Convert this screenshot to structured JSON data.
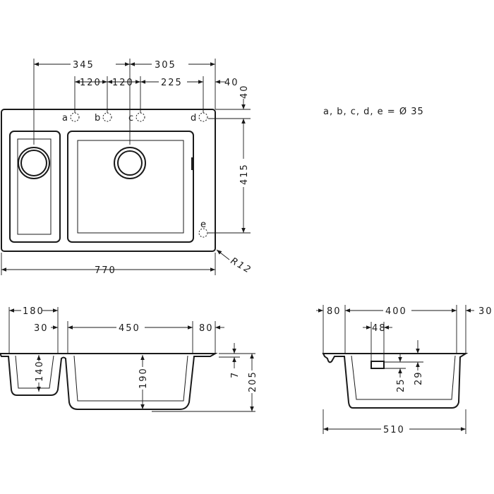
{
  "note": "a, b, c, d, e = Ø 35",
  "top_view": {
    "width": "770",
    "d345": "345",
    "d305": "305",
    "d120a": "120",
    "d120b": "120",
    "d225": "225",
    "d40h": "40",
    "d40v": "40",
    "d415": "415",
    "radius": "R12",
    "holes": [
      "a",
      "b",
      "c",
      "d",
      "e"
    ]
  },
  "front_view": {
    "d180": "180",
    "d30": "30",
    "d450": "450",
    "d80": "80",
    "d140": "140",
    "d190": "190",
    "d7": "7",
    "d205": "205"
  },
  "side_view": {
    "d80": "80",
    "d400": "400",
    "d30": "30",
    "d48": "48",
    "d25": "25",
    "d29": "29",
    "d510": "510"
  }
}
